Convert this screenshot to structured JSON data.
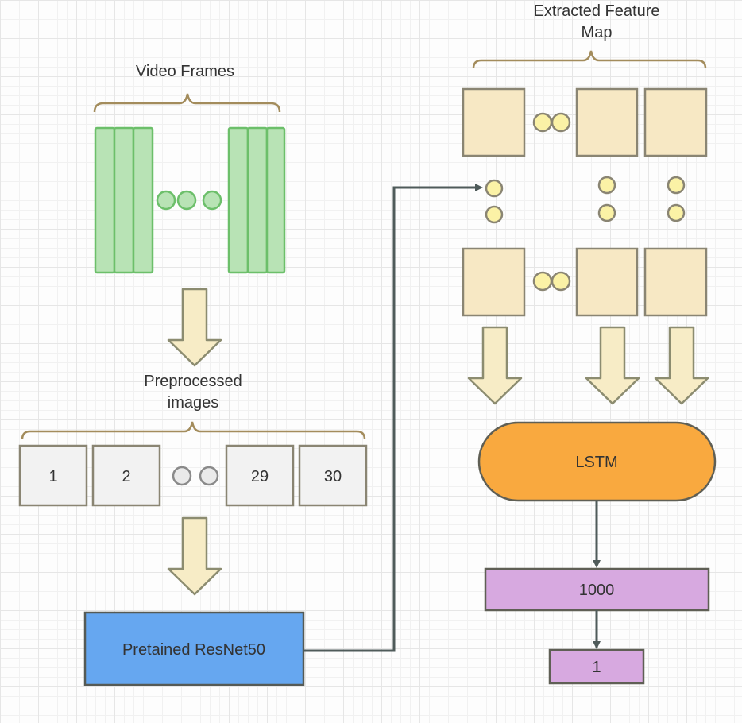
{
  "labels": {
    "video_frames": "Video Frames",
    "preprocessed_line1": "Preprocessed",
    "preprocessed_line2": "images",
    "feature_map_line1": "Extracted Feature",
    "feature_map_line2": "Map",
    "resnet": "Pretained ResNet50",
    "lstm": "LSTM",
    "dense_1000": "1000",
    "output_1": "1"
  },
  "images": [
    "1",
    "2",
    "29",
    "30"
  ],
  "colors": {
    "frame_fill": "#b8e3b5",
    "frame_stroke": "#6cbf6a",
    "arrow_fill": "#f7ecc6",
    "arrow_stroke": "#8c8c70",
    "image_fill": "#f2f2f2",
    "image_stroke": "#8a8573",
    "feature_fill": "#f7e8c4",
    "feature_stroke": "#8a8573",
    "feature_dot": "#fbf2a6",
    "resnet_fill": "#66a7f0",
    "lstm_fill": "#f9a93f",
    "dense_fill": "#d7a9e0",
    "connector": "#4f5b5a"
  }
}
